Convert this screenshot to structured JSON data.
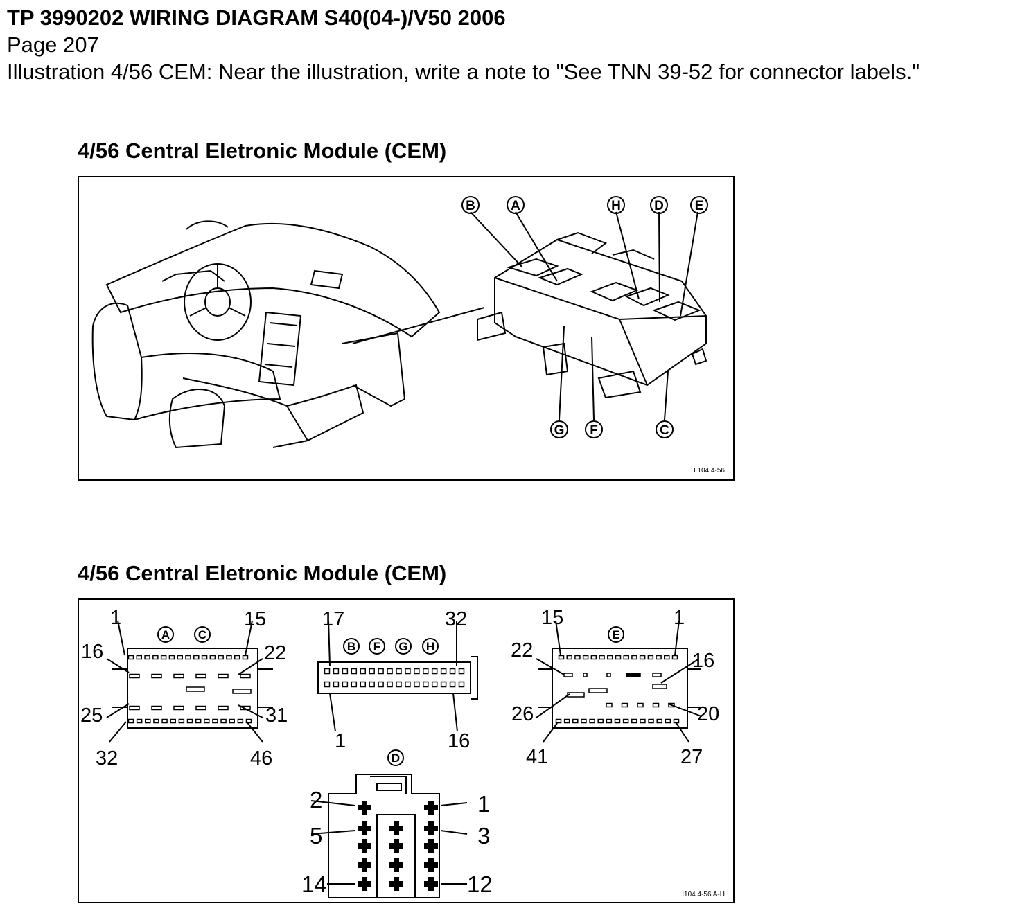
{
  "header": {
    "title": "TP 3990202 WIRING DIAGRAM S40(04-)/V50 2006",
    "page": "Page 207",
    "note": "Illustration 4/56 CEM:  Near the illustration, write a note to \"See TNN 39-52 for connector labels.\""
  },
  "section1": {
    "title": "4/56 Central Eletronic Module (CEM)",
    "connector_callouts": [
      "B",
      "A",
      "H",
      "D",
      "E",
      "G",
      "F",
      "C"
    ],
    "figure_code": "I 104 4-56"
  },
  "section2": {
    "title": "4/56 Central Eletronic Module (CEM)",
    "connector_ac": {
      "letters": [
        "A",
        "C"
      ],
      "pins": [
        "1",
        "15",
        "16",
        "22",
        "25",
        "31",
        "32",
        "46"
      ]
    },
    "connector_bfgh": {
      "letters": [
        "B",
        "F",
        "G",
        "H"
      ],
      "pins": [
        "17",
        "32",
        "1",
        "16"
      ]
    },
    "connector_e": {
      "letters": [
        "E"
      ],
      "pins": [
        "15",
        "1",
        "22",
        "16",
        "26",
        "20",
        "41",
        "27"
      ]
    },
    "connector_d": {
      "letters": [
        "D"
      ],
      "pins": [
        "2",
        "1",
        "5",
        "3",
        "14",
        "12"
      ]
    },
    "figure_code": "I104 4-56 A-H"
  }
}
